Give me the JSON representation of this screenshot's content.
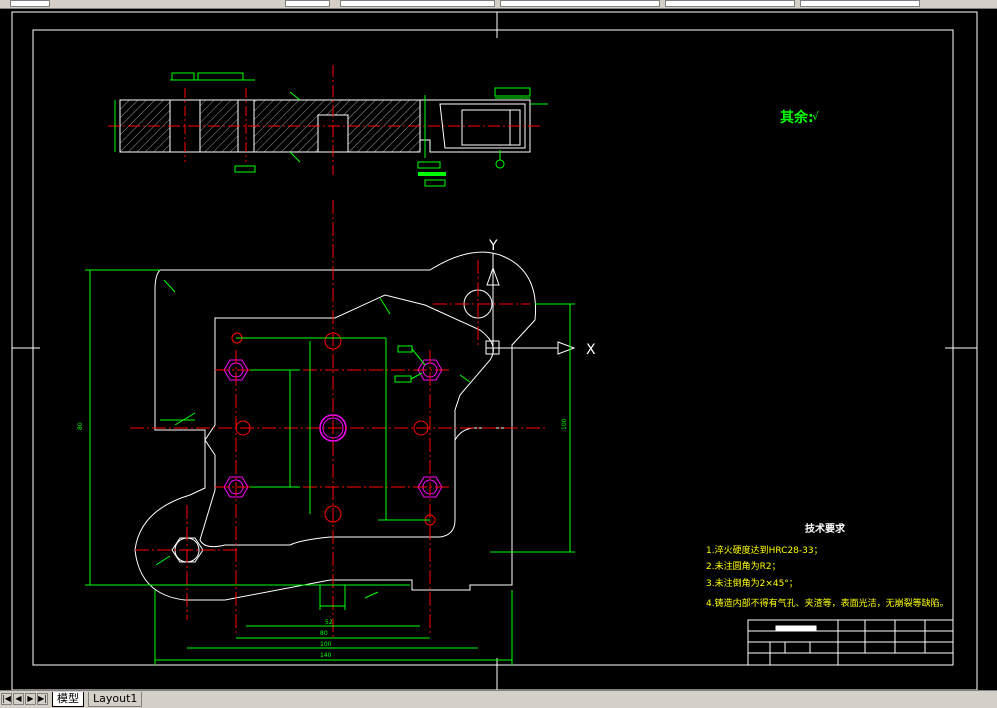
{
  "tabs": {
    "model": "模型",
    "layout": "Layout1"
  },
  "nav_buttons": [
    "|◀",
    "◀",
    "▶",
    "▶|"
  ],
  "drawing": {
    "roughness_label": "其余:",
    "roughness_symbol": "√",
    "axis_x": "X",
    "axis_y": "Y",
    "tech_req_title": "技术要求",
    "tech_req": [
      "1.淬火硬度达到HRC28-33；",
      "2.未注圆角为R2；",
      "3.未注倒角为2×45°；",
      "4.铸造内部不得有气孔、夹渣等，表面光洁，无崩裂等缺陷。"
    ]
  },
  "colors": {
    "background": "#000000",
    "outline": "#ffffff",
    "dimension": "#00ff00",
    "centerline": "#ff0000",
    "hole": "#ff00ff"
  }
}
